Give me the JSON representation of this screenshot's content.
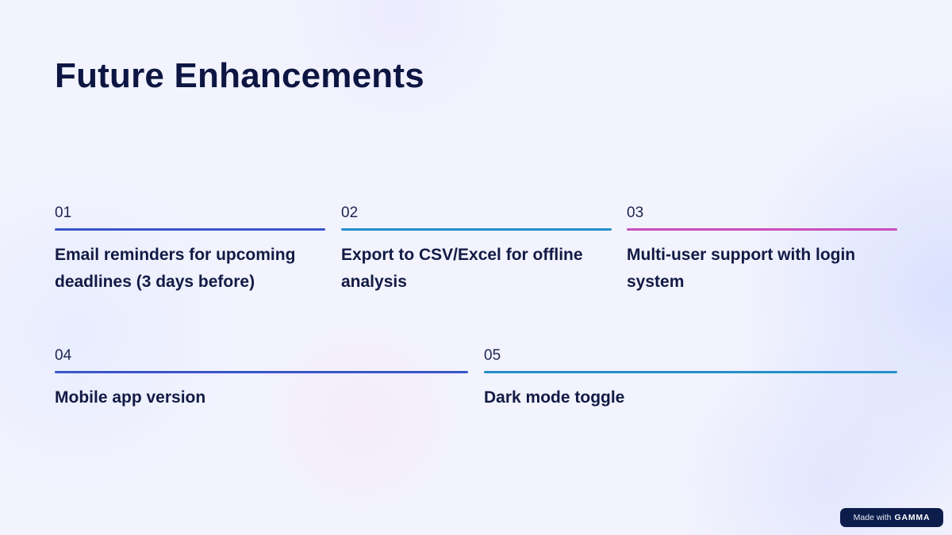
{
  "slide": {
    "title": "Future Enhancements"
  },
  "items": [
    {
      "number": "01",
      "text": "Email reminders for upcoming deadlines (3 days before)",
      "accent": "#3a55c8"
    },
    {
      "number": "02",
      "text": "Export to CSV/Excel for offline analysis",
      "accent": "#2590c8"
    },
    {
      "number": "03",
      "text": "Multi-user support with login system",
      "accent": "#c84fbf"
    },
    {
      "number": "04",
      "text": "Mobile app version",
      "accent": "#3a55c8"
    },
    {
      "number": "05",
      "text": "Dark mode toggle",
      "accent": "#2590c8"
    }
  ],
  "badge": {
    "made_with": "Made with",
    "brand": "GAMMA",
    "background": "#0c1d4b"
  },
  "colors": {
    "background": "#f2f3fd",
    "title": "#0d1642"
  }
}
